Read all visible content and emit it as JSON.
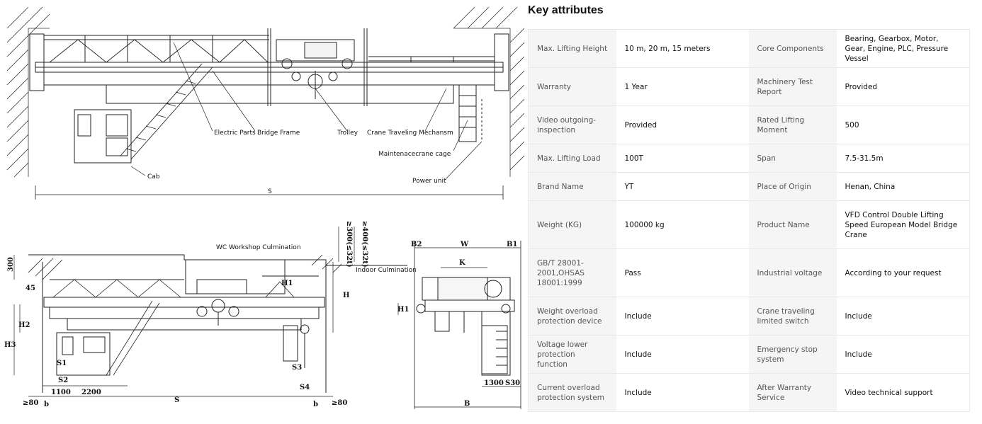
{
  "drawing": {
    "top_view": {
      "labels": {
        "electric_parts": "Electric Parts",
        "bridge_frame": "Bridge Frame",
        "trolley": "Trolley",
        "crane_traveling_mechanism": "Crane Traveling Mechansm",
        "maintenance_cage": "Maintenacecrane cage",
        "cab": "Cab",
        "power_unit": "Power unit",
        "span_symbol": "S"
      }
    },
    "side_view": {
      "labels": {
        "workshop_culmination": "WC Workshop Culmination",
        "indoor_culmination": "Indoor Culmination",
        "dim_300": "300",
        "dim_45": "45",
        "dim_h2": "H2",
        "dim_h3": "H3",
        "dim_h1": "H1",
        "dim_h": "H",
        "dim_s1": "S1",
        "dim_s2": "S2",
        "dim_s3": "S3",
        "dim_s4": "S4",
        "dim_1100": "1100",
        "dim_2200": "2200",
        "dim_s": "S",
        "dim_ge80_left": "≥80",
        "dim_ge80_right": "≥80",
        "dim_b_left": "b",
        "dim_b_right": "b",
        "dim_vert_1": "≥300(≤32t)",
        "dim_vert_2": "≥400(≤32t)"
      }
    },
    "end_view": {
      "labels": {
        "b2": "B2",
        "w": "W",
        "b1": "B1",
        "k": "K",
        "h1": "H1",
        "dim_1300": "1300",
        "dim_s30": "S30",
        "b": "B"
      }
    }
  },
  "key_attributes": {
    "title": "Key attributes",
    "rows": [
      [
        {
          "label": "Max. Lifting Height",
          "value": "10 m, 20 m, 15 meters"
        },
        {
          "label": "Core Components",
          "value": "Bearing, Gearbox, Motor, Gear, Engine, PLC, Pressure Vessel"
        }
      ],
      [
        {
          "label": "Warranty",
          "value": "1 Year"
        },
        {
          "label": "Machinery Test Report",
          "value": "Provided"
        }
      ],
      [
        {
          "label": "Video outgoing-inspection",
          "value": "Provided"
        },
        {
          "label": "Rated Lifting Moment",
          "value": "500"
        }
      ],
      [
        {
          "label": "Max. Lifting Load",
          "value": "100T"
        },
        {
          "label": "Span",
          "value": "7.5-31.5m"
        }
      ],
      [
        {
          "label": "Brand Name",
          "value": "YT"
        },
        {
          "label": "Place of Origin",
          "value": "Henan, China"
        }
      ],
      [
        {
          "label": "Weight (KG)",
          "value": "100000 kg"
        },
        {
          "label": "Product Name",
          "value": "VFD Control Double Lifting Speed European Model Bridge Crane"
        }
      ],
      [
        {
          "label": "GB/T 28001-2001,OHSAS 18001:1999",
          "value": "Pass"
        },
        {
          "label": "Industrial voltage",
          "value": "According to your request"
        }
      ],
      [
        {
          "label": "Weight overload protection device",
          "value": "Include"
        },
        {
          "label": "Crane traveling limited switch",
          "value": "Include"
        }
      ],
      [
        {
          "label": "Voltage lower protection function",
          "value": "Include"
        },
        {
          "label": "Emergency stop system",
          "value": "Include"
        }
      ],
      [
        {
          "label": "Current overload protection system",
          "value": "Include"
        },
        {
          "label": "After Warranty Service",
          "value": "Video technical support"
        }
      ]
    ]
  }
}
